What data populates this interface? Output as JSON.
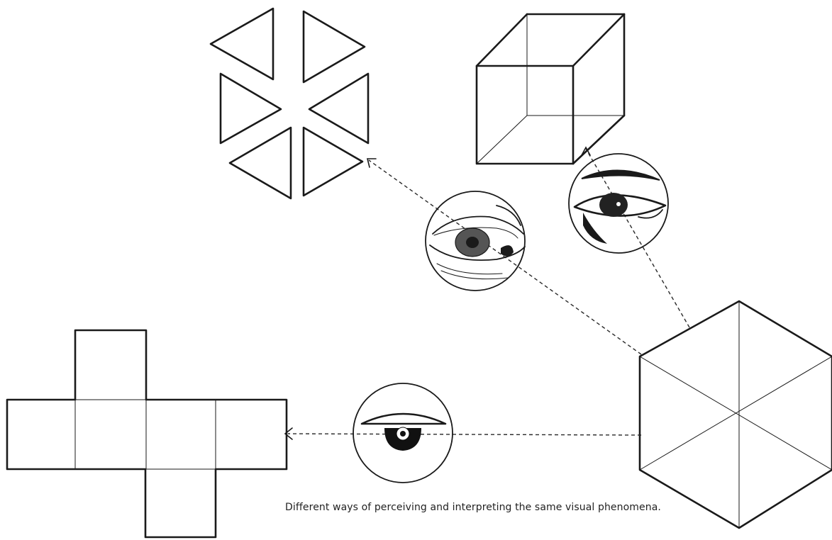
{
  "caption": "Different ways of perceiving and interpreting the same visual phenomena.",
  "figures": {
    "source": "hexagon-figure",
    "interpretations": [
      {
        "name": "cube-net",
        "viewer": "front-view-eye"
      },
      {
        "name": "six-triangles",
        "viewer": "tilted-eye"
      },
      {
        "name": "wireframe-cube",
        "viewer": "side-eye"
      }
    ]
  },
  "colors": {
    "ink": "#1a1a1a",
    "background": "#ffffff"
  }
}
